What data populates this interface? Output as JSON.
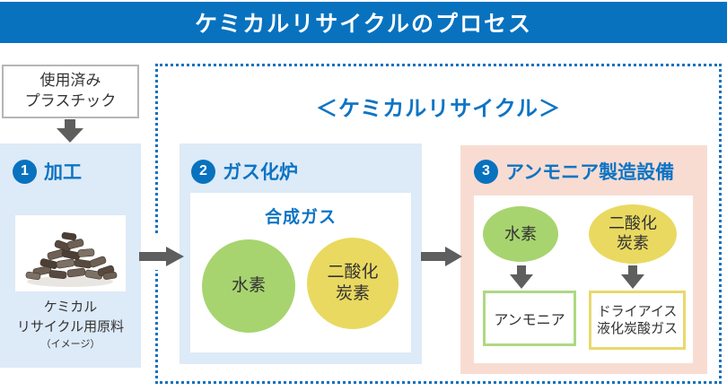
{
  "title": "ケミカルリサイクルのプロセス",
  "input_box": {
    "line1": "使用済み",
    "line2": "プラスチック"
  },
  "frame": {
    "title": "＜ケミカルリサイクル＞"
  },
  "step1": {
    "number": "1",
    "label": "加工",
    "caption_line1": "ケミカル",
    "caption_line2": "リサイクル用原料",
    "caption_note": "（イメージ）"
  },
  "step2": {
    "number": "2",
    "label": "ガス化炉",
    "panel_title": "合成ガス",
    "bubble_hydrogen": "水素",
    "bubble_co2_line1": "二酸化",
    "bubble_co2_line2": "炭素"
  },
  "step3": {
    "number": "3",
    "label": "アンモニア製造設備",
    "bubble_hydrogen": "水素",
    "bubble_co2_line1": "二酸化",
    "bubble_co2_line2": "炭素",
    "output1": "アンモニア",
    "output2_line1": "ドライアイス",
    "output2_line2": "液化炭酸ガス"
  },
  "colors": {
    "primary_blue": "#0872BF",
    "accent_blue_text": "#0D74C4",
    "light_blue_panel": "#DDEAF7",
    "pink_panel": "#F8DCD2",
    "green_bubble": "#A7D46F",
    "yellow_bubble": "#E9D960",
    "green_box_border": "#AFD883",
    "yellow_box_border": "#E7DA6B",
    "arrow_gray": "#5E5E5E",
    "gray_box_border": "#B5B5B5"
  }
}
